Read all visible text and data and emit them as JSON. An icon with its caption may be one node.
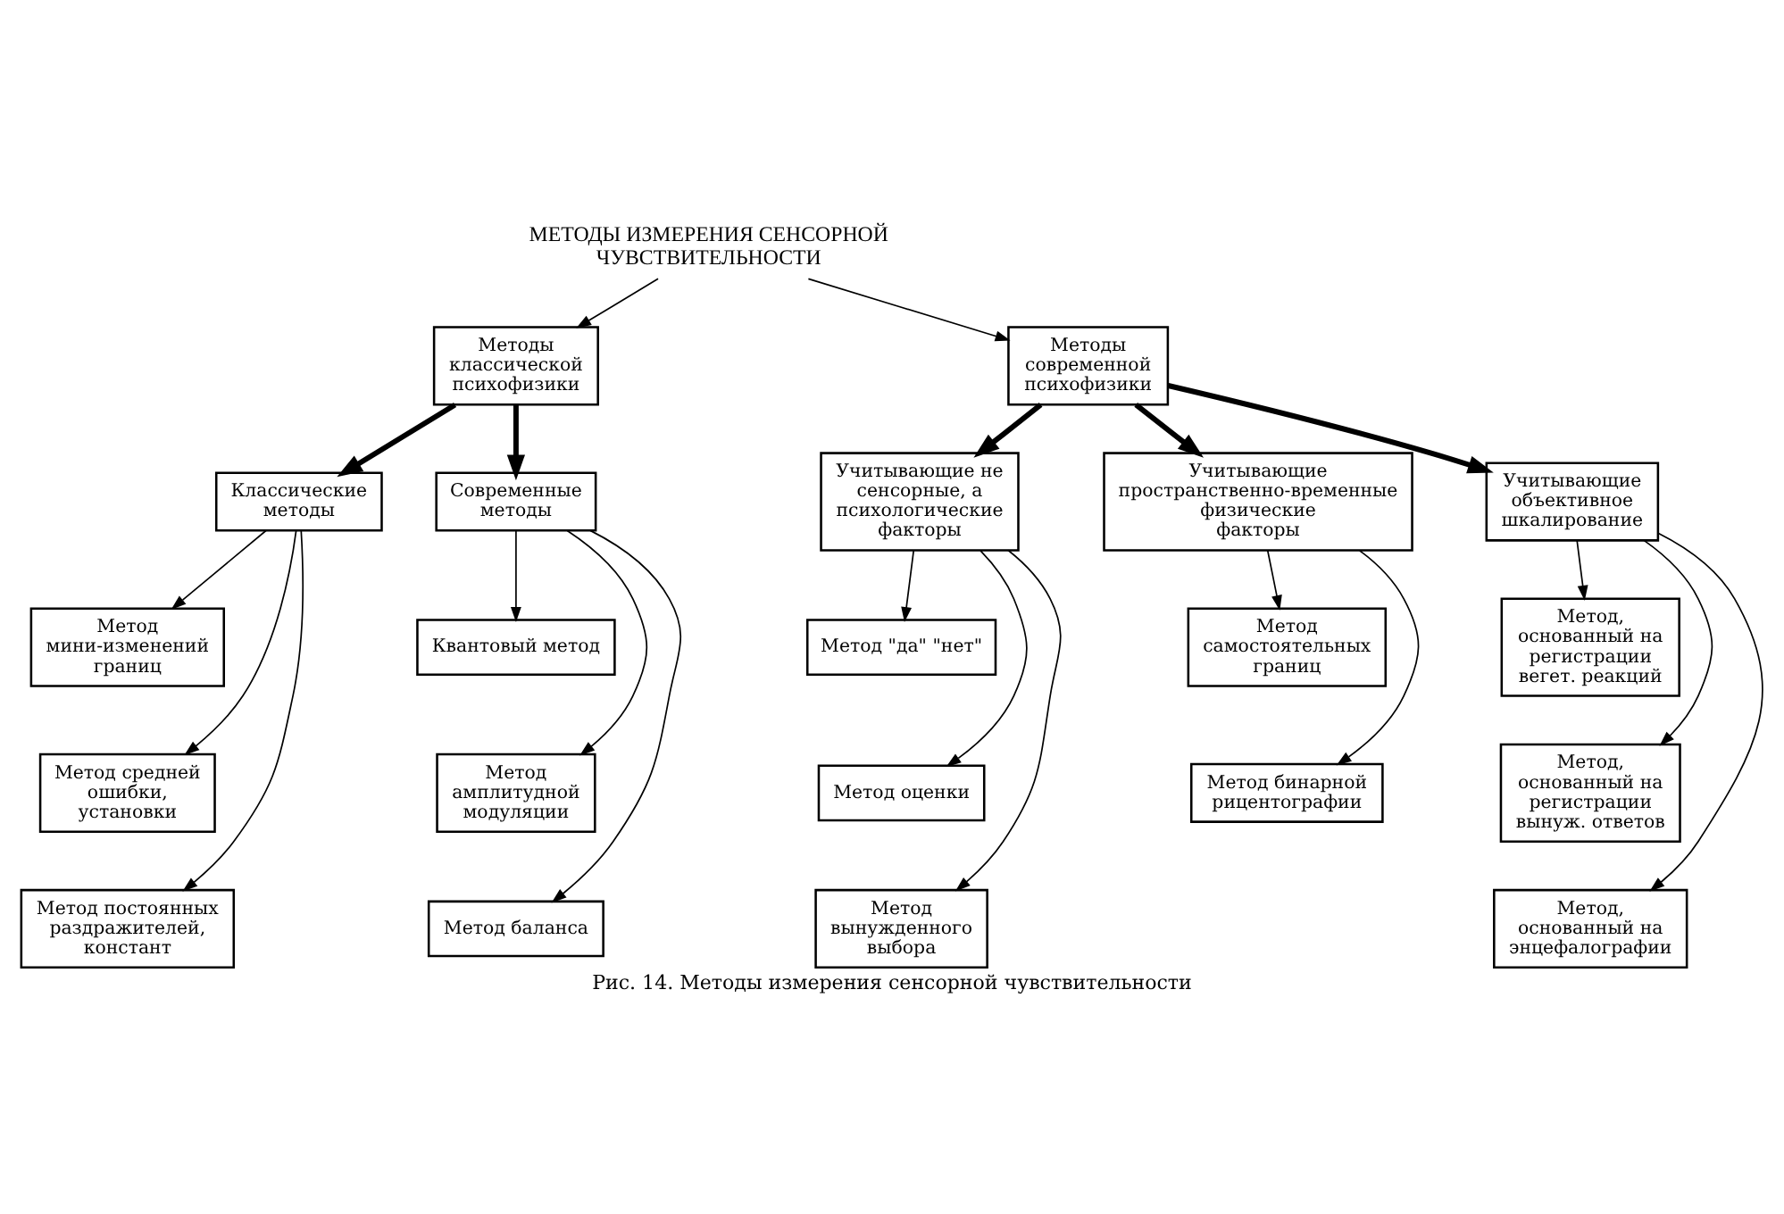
{
  "diagram": {
    "caption": "Рис. 14. Методы измерения сенсорной чувствительности",
    "nodes": [
      {
        "text": [
          "МЕТОДЫ ИЗМЕРЕНИЯ СЕНСОРНОЙ ЧУВСТВИТЕЛЬНОСТИ"
        ]
      },
      {
        "text": [
          "Методы классической психофизики"
        ]
      },
      {
        "text": [
          "Методы современной психофизики"
        ]
      },
      {
        "text": [
          "Классические методы"
        ]
      },
      {
        "text": [
          "Современные методы"
        ]
      },
      {
        "text": [
          "Учитывающие не сенсорные, а психологические факторы"
        ]
      },
      {
        "text": [
          "Учитывающие пространственно-временные физические факторы"
        ]
      },
      {
        "text": [
          "Учитывающие объективное шкалирование"
        ]
      },
      {
        "text": [
          "Метод мини-изменений границ"
        ]
      },
      {
        "text": [
          "Метод средней ошибки, установки"
        ]
      },
      {
        "text": [
          "Метод постоянных раздражителей, констант"
        ]
      },
      {
        "text": [
          "Квантовый метод"
        ]
      },
      {
        "text": [
          "Метод амплитудной модуляции"
        ]
      },
      {
        "text": [
          "Метод баланса"
        ]
      },
      {
        "text": [
          "Метод \"да\" \"нет\""
        ]
      },
      {
        "text": [
          "Метод оценки"
        ]
      },
      {
        "text": [
          "Метод вынужденного выбора"
        ]
      },
      {
        "text": [
          "Метод самостоятельных границ"
        ]
      },
      {
        "text": [
          "Метод бинарной рицентографии"
        ]
      },
      {
        "text": [
          "Метод, основанный на регистрации вегет. реакций"
        ]
      },
      {
        "text": [
          "Метод, основанный на регистрации вынуж. ответов"
        ]
      },
      {
        "text": [
          "Метод, основанный на энцефалографии"
        ]
      }
    ],
    "edges": [
      {
        "from": 0,
        "to": 1,
        "arrow": "to"
      },
      {
        "from": 0,
        "to": 2,
        "arrow": "to"
      },
      {
        "from": 1,
        "to": 3,
        "arrow": "to",
        "style": "thick"
      },
      {
        "from": 1,
        "to": 4,
        "arrow": "to",
        "style": "thick"
      },
      {
        "from": 2,
        "to": 5,
        "arrow": "to",
        "style": "thick"
      },
      {
        "from": 2,
        "to": 6,
        "arrow": "to",
        "style": "thick"
      },
      {
        "from": 2,
        "to": 7,
        "arrow": "to",
        "style": "thick"
      },
      {
        "from": 3,
        "to": 8,
        "arrow": "to"
      },
      {
        "from": 3,
        "to": 9,
        "arrow": "to"
      },
      {
        "from": 3,
        "to": 10,
        "arrow": "to"
      },
      {
        "from": 4,
        "to": 11,
        "arrow": "to"
      },
      {
        "from": 4,
        "to": 12,
        "arrow": "to"
      },
      {
        "from": 4,
        "to": 13,
        "arrow": "to"
      },
      {
        "from": 5,
        "to": 14,
        "arrow": "to"
      },
      {
        "from": 5,
        "to": 15,
        "arrow": "to"
      },
      {
        "from": 5,
        "to": 16,
        "arrow": "to"
      },
      {
        "from": 6,
        "to": 17,
        "arrow": "to"
      },
      {
        "from": 6,
        "to": 18,
        "arrow": "to"
      },
      {
        "from": 7,
        "to": 19,
        "arrow": "to"
      },
      {
        "from": 7,
        "to": 20,
        "arrow": "to"
      },
      {
        "from": 7,
        "to": 21,
        "arrow": "to"
      }
    ]
  }
}
